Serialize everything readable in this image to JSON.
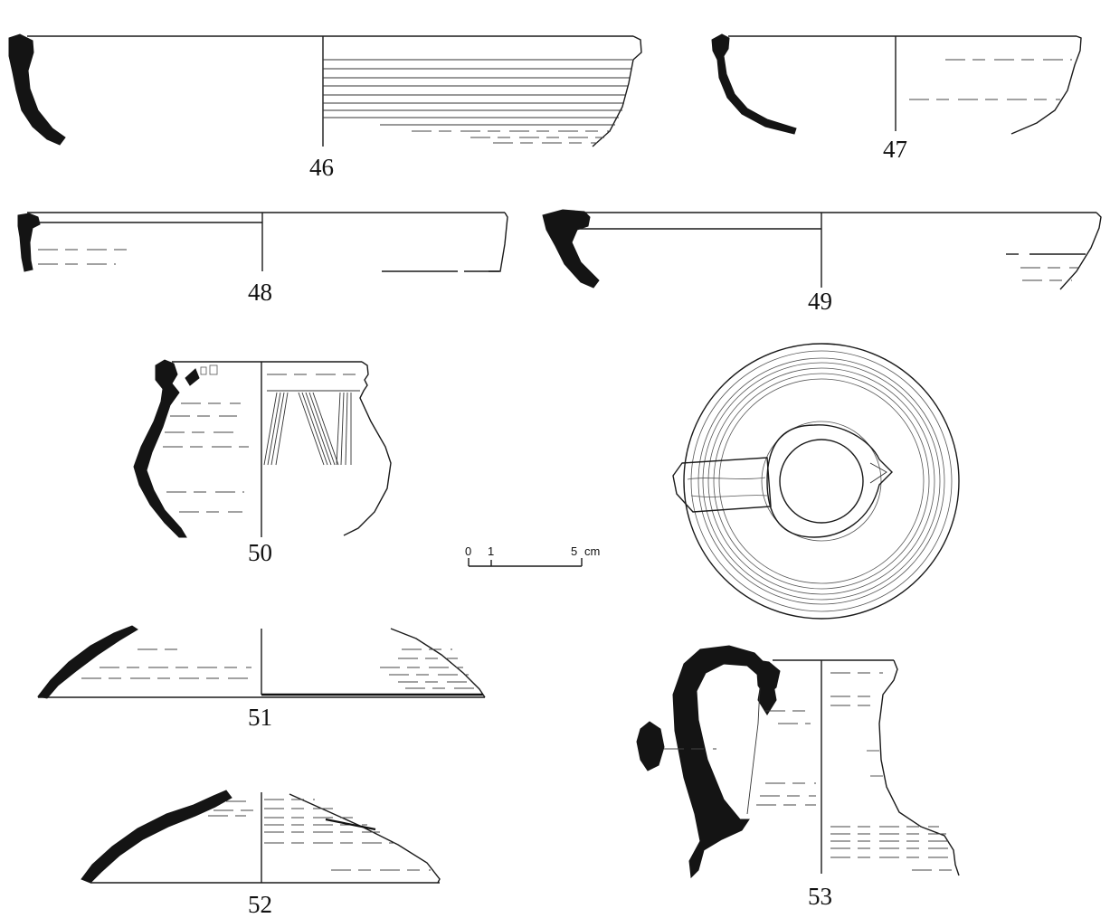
{
  "figure": {
    "items": [
      {
        "id": "46",
        "label": "46"
      },
      {
        "id": "47",
        "label": "47"
      },
      {
        "id": "48",
        "label": "48"
      },
      {
        "id": "49",
        "label": "49"
      },
      {
        "id": "50",
        "label": "50"
      },
      {
        "id": "51",
        "label": "51"
      },
      {
        "id": "52",
        "label": "52"
      },
      {
        "id": "53",
        "label": "53"
      }
    ],
    "scale_bar": {
      "ticks": [
        "0",
        "1",
        "5"
      ],
      "unit": "cm"
    }
  }
}
